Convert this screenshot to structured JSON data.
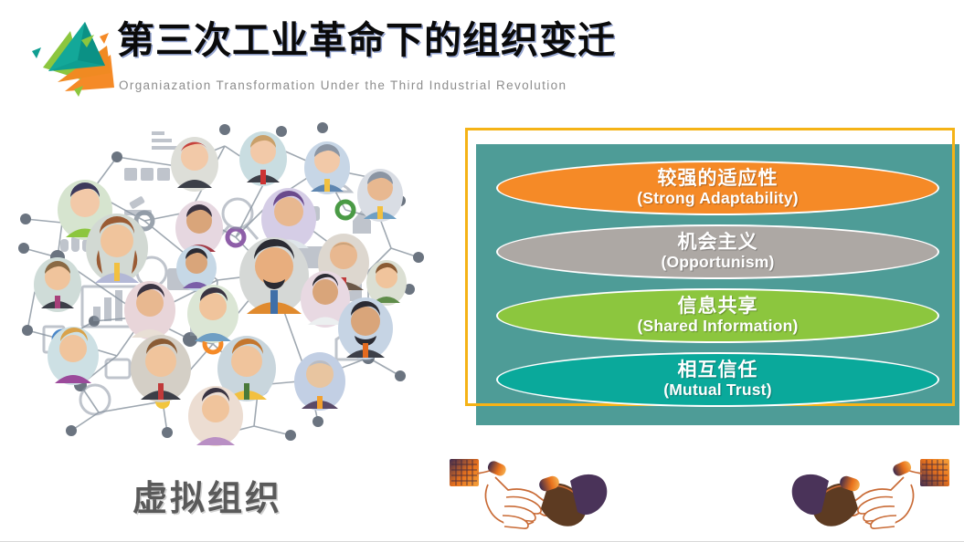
{
  "header": {
    "logo_name": "triangle-prism-logo",
    "title_cn": "第三次工业革命下的组织变迁",
    "title_en": "Organiazation Transformation Under the Third Industrial Revolution"
  },
  "illustration": {
    "name": "people-network-diagram",
    "caption_cn": "虚拟组织"
  },
  "panel": {
    "frame_color": "#f5b316",
    "background_color": "#4e9c97",
    "items": [
      {
        "cn": "较强的适应性",
        "en": "(Strong Adaptability)",
        "color": "#f58a27"
      },
      {
        "cn": "机会主义",
        "en": "(Opportunism)",
        "color": "#ada8a4"
      },
      {
        "cn": "信息共享",
        "en": "(Shared Information)",
        "color": "#8cc63e"
      },
      {
        "cn": "相互信任",
        "en": "(Mutual Trust)",
        "color": "#0aa99b"
      }
    ]
  },
  "footer": {
    "handshake_left": "handshake-icon",
    "handshake_right": "handshake-icon"
  },
  "colors": {
    "title": "#0a0a0a",
    "subtitle": "#8d8d8d",
    "caption": "#5a5a5a",
    "logo_teal": "#0f9e91",
    "logo_green": "#8cc63e",
    "logo_orange": "#f58a27"
  }
}
